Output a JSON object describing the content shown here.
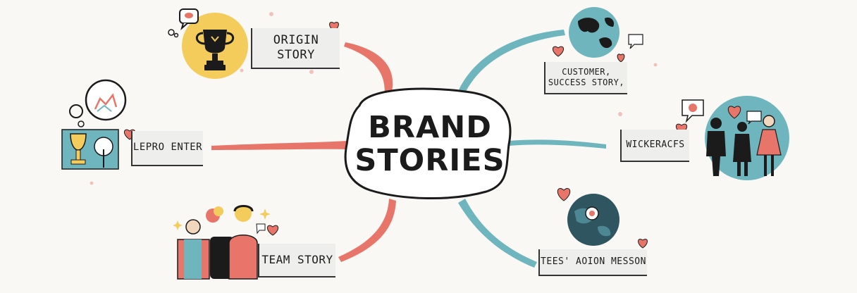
{
  "center": {
    "line1": "BRAND",
    "line2": "STORIES"
  },
  "nodes": {
    "origin": {
      "label": "ORIGIN STORY"
    },
    "lepro": {
      "label": "LEPRO ENTER"
    },
    "team": {
      "label": "TEAM STORY"
    },
    "customer": {
      "line1": "CUSTOMER,",
      "line2": "SUCCESS STORY,"
    },
    "wickeracfs": {
      "label": "WICKERACFS"
    },
    "mission": {
      "label": "TEES' AOION MESSON"
    }
  },
  "colors": {
    "background": "#faf8f4",
    "coral": "#e8756a",
    "teal": "#6fb5bd",
    "yellow": "#f4cc5c",
    "ink": "#1b1b1b"
  }
}
